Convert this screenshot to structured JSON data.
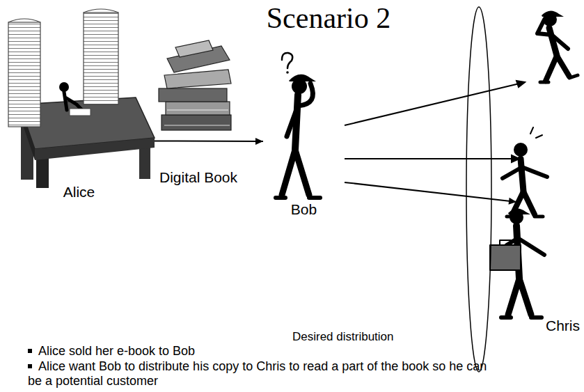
{
  "diagram": {
    "title": "Scenario 2",
    "nodes": [
      {
        "text": [
          "Alice"
        ]
      },
      {
        "text": [
          "Bob"
        ]
      },
      {
        "text": [
          "Chris"
        ]
      }
    ],
    "edges": [
      {
        "from": 0,
        "to": 1,
        "arrow": "to",
        "label": "Digital Book"
      },
      {
        "from": 1,
        "to": 2,
        "arrow": "to"
      }
    ],
    "labels": [
      "Desired distribution",
      "Alice sold her e-book to Bob",
      "Alice want Bob to distribute his copy to Chris to read a part of the book so he can be a potential customer"
    ]
  }
}
